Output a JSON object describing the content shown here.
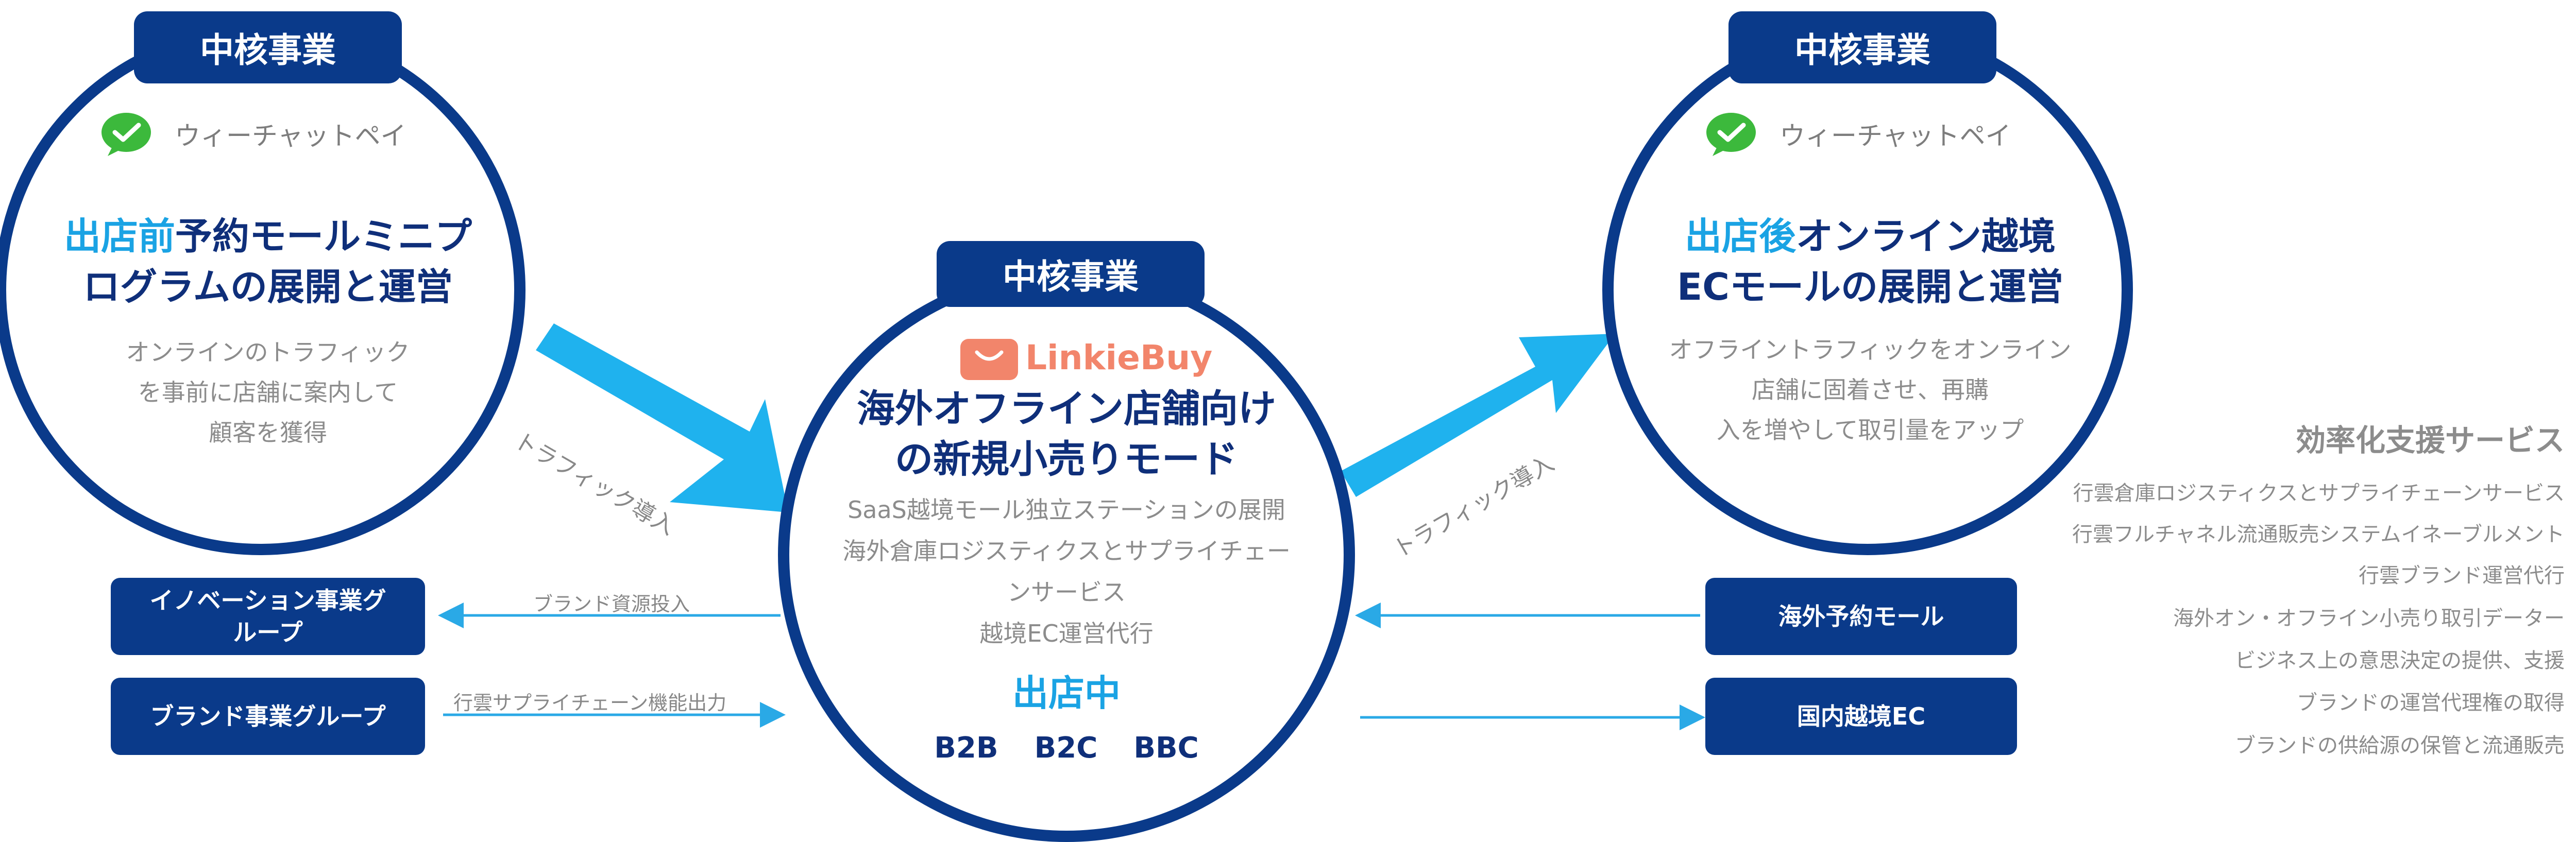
{
  "colors": {
    "navy": "#0a3a8a",
    "accent": "#1aa3e4",
    "gray_text": "#8c8c8c",
    "wechat_green": "#3cb93c",
    "logo_orange": "#f2856b"
  },
  "circles": {
    "left": {
      "tag": "中核事業",
      "wechat": "ウィーチャットペイ",
      "title_highlight": "出店前",
      "title_rest": "予約モールミニプ",
      "title_line2": "ログラムの展開と運営",
      "desc": [
        "オンラインのトラフィック",
        "を事前に店舗に案内して",
        "顧客を獲得"
      ]
    },
    "center": {
      "tag": "中核事業",
      "logo_text": "LinkieBuy",
      "title_line1": "海外オフライン店舗向け",
      "title_line2": "の新規小売りモード",
      "desc": [
        "SaaS越境モール独立ステーションの展開",
        "海外倉庫ロジスティクスとサプライチェー",
        "ンサービス",
        "越境EC運営代行"
      ],
      "status": "出店中",
      "models": [
        "B2B",
        "B2C",
        "BBC"
      ]
    },
    "right": {
      "tag": "中核事業",
      "wechat": "ウィーチャットペイ",
      "title_highlight": "出店後",
      "title_rest": "オンライン越境",
      "title_line2": "ECモールの展開と運営",
      "desc": [
        "オフライントラフィックをオンライン",
        "店舗に固着させ、再購",
        "入を増やして取引量をアップ"
      ]
    }
  },
  "flows": {
    "left_arrow_label": "トラフィック導入",
    "right_arrow_label": "トラフィック導入",
    "brand_resource": "ブランド資源投入",
    "supply_chain": "行雲サプライチェーン機能出力"
  },
  "left_boxes": {
    "innovation": "イノベーション事業グループ",
    "brand": "ブランド事業グループ"
  },
  "right_boxes": {
    "overseas_mall": "海外予約モール",
    "domestic_ec": "国内越境EC"
  },
  "services": {
    "title": "効率化支援サービス",
    "items": [
      "行雲倉庫ロジスティクスとサプライチェーンサービス",
      "行雲フルチャネル流通販売システムイネーブルメント",
      "行雲ブランド運営代行",
      "海外オン・オフライン小売り取引データー",
      "ビジネス上の意思決定の提供、支援",
      "ブランドの運営代理権の取得",
      "ブランドの供給源の保管と流通販売"
    ]
  }
}
